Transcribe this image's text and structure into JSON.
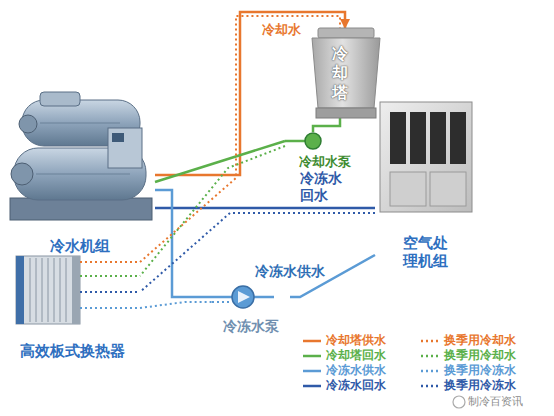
{
  "diagram": {
    "nodes": [
      {
        "text": [
          "冷水机组"
        ]
      },
      {
        "text": [
          "冷 却 塔"
        ]
      },
      {
        "text": [
          "冷却水泵"
        ]
      },
      {
        "text": [
          "空气处 理机组"
        ]
      },
      {
        "text": [
          "冷冻水泵"
        ]
      },
      {
        "text": [
          "高效板式换热器"
        ]
      }
    ],
    "edges": [
      {
        "from": 0,
        "to": 1,
        "arrow": "to",
        "label": "冷却水"
      },
      {
        "from": 1,
        "to": 2,
        "arrow": "none"
      },
      {
        "from": 2,
        "to": 0,
        "arrow": "none"
      },
      {
        "from": 3,
        "to": 0,
        "arrow": "none",
        "label": "冷冻水 回水"
      },
      {
        "from": 0,
        "to": 4,
        "arrow": "none"
      },
      {
        "from": 4,
        "to": 3,
        "arrow": "none",
        "label": "冷冻水供水"
      },
      {
        "from": 5,
        "to": 1,
        "arrow": "none"
      },
      {
        "from": 2,
        "to": 5,
        "arrow": "none"
      },
      {
        "from": 3,
        "to": 5,
        "arrow": "none"
      },
      {
        "from": 5,
        "to": 4,
        "arrow": "none"
      }
    ],
    "labels": [
      "制冷百资讯"
    ],
    "legend": [
      {
        "text": "冷却塔供水"
      },
      {
        "text": "换季用冷却水"
      },
      {
        "text": "冷却塔回水"
      },
      {
        "text": "换季用冷却水"
      },
      {
        "text": "冷冻水供水"
      },
      {
        "text": "换季用冷冻水"
      },
      {
        "text": "冷冻水回水"
      },
      {
        "text": "换季用冷冻水"
      }
    ]
  }
}
